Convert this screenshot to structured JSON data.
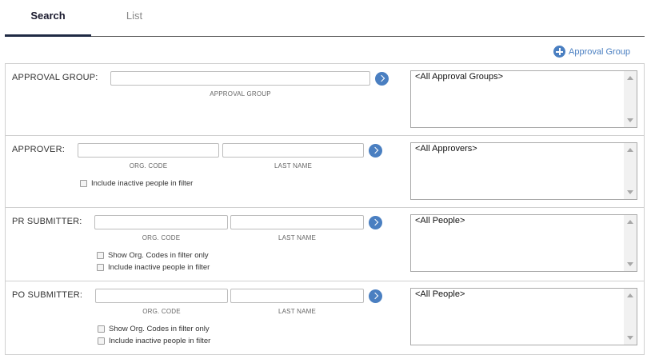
{
  "tabs": [
    {
      "label": "Search",
      "active": true
    },
    {
      "label": "List",
      "active": false
    }
  ],
  "add_approval_group_label": "Approval Group",
  "sections": {
    "approval_group": {
      "label": "APPROVAL GROUP:",
      "field_caption": "APPROVAL GROUP",
      "field_value": "",
      "list_option": "<All Approval Groups>"
    },
    "approver": {
      "label": "APPROVER:",
      "org_code_caption": "ORG. CODE",
      "last_name_caption": "LAST NAME",
      "org_code_value": "",
      "last_name_value": "",
      "checkbox_inactive": "Include inactive people in filter",
      "list_option": "<All Approvers>"
    },
    "pr_submitter": {
      "label": "PR SUBMITTER:",
      "org_code_caption": "ORG. CODE",
      "last_name_caption": "LAST NAME",
      "org_code_value": "",
      "last_name_value": "",
      "checkbox_show_org": "Show Org. Codes in filter only",
      "checkbox_inactive": "Include inactive people in filter",
      "list_option": "<All People>"
    },
    "po_submitter": {
      "label": "PO SUBMITTER:",
      "org_code_caption": "ORG. CODE",
      "last_name_caption": "LAST NAME",
      "org_code_value": "",
      "last_name_value": "",
      "checkbox_show_org": "Show Org. Codes in filter only",
      "checkbox_inactive": "Include inactive people in filter",
      "list_option": "<All People>"
    }
  },
  "colors": {
    "accent": "#4a7fc1",
    "border": "#d0d0d0"
  }
}
